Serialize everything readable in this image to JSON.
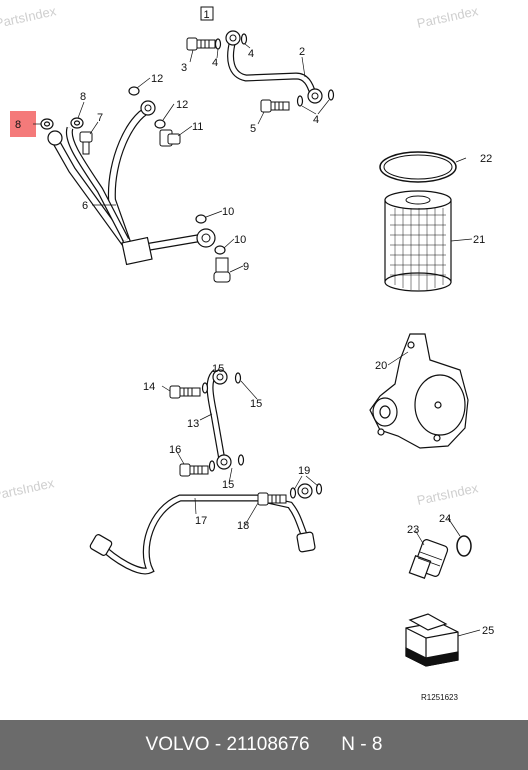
{
  "watermark": "PartsIndex",
  "box_label": "1",
  "highlight_label": "8",
  "callouts": {
    "c2": "2",
    "c3": "3",
    "c4a": "4",
    "c4b": "4",
    "c4c": "4",
    "c5": "5",
    "c6": "6",
    "c7": "7",
    "c8": "8",
    "c9": "9",
    "c10a": "10",
    "c10b": "10",
    "c11": "11",
    "c12a": "12",
    "c12b": "12",
    "c13": "13",
    "c14": "14",
    "c15a": "15",
    "c15b": "15",
    "c15c": "15",
    "c16": "16",
    "c17": "17",
    "c18": "18",
    "c19": "19",
    "c20": "20",
    "c21": "21",
    "c22": "22",
    "c23": "23",
    "c24": "24",
    "c25": "25"
  },
  "ref_code": "R1251623",
  "footer": {
    "brand": "VOLVO",
    "separator": " - ",
    "part_number": "21108676",
    "position": "N - 8"
  },
  "colors": {
    "highlight": "#f47a7a",
    "footer_bg": "#6b6b6b",
    "footer_text": "#ffffff",
    "watermark": "#cfcfcf"
  }
}
